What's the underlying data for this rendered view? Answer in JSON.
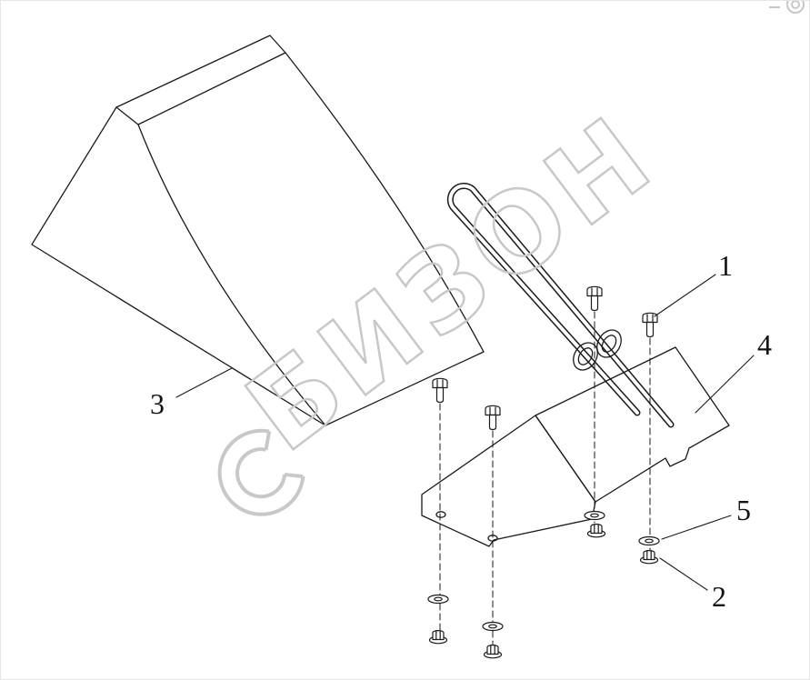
{
  "colors": {
    "line": "#1a1a1a",
    "watermark": "#c8c8c8"
  },
  "watermark": {
    "text": "БИЗОН",
    "color": "#c8c8c8"
  },
  "callouts": [
    {
      "number": "1"
    },
    {
      "number": "2"
    },
    {
      "number": "3"
    },
    {
      "number": "4"
    },
    {
      "number": "5"
    }
  ]
}
